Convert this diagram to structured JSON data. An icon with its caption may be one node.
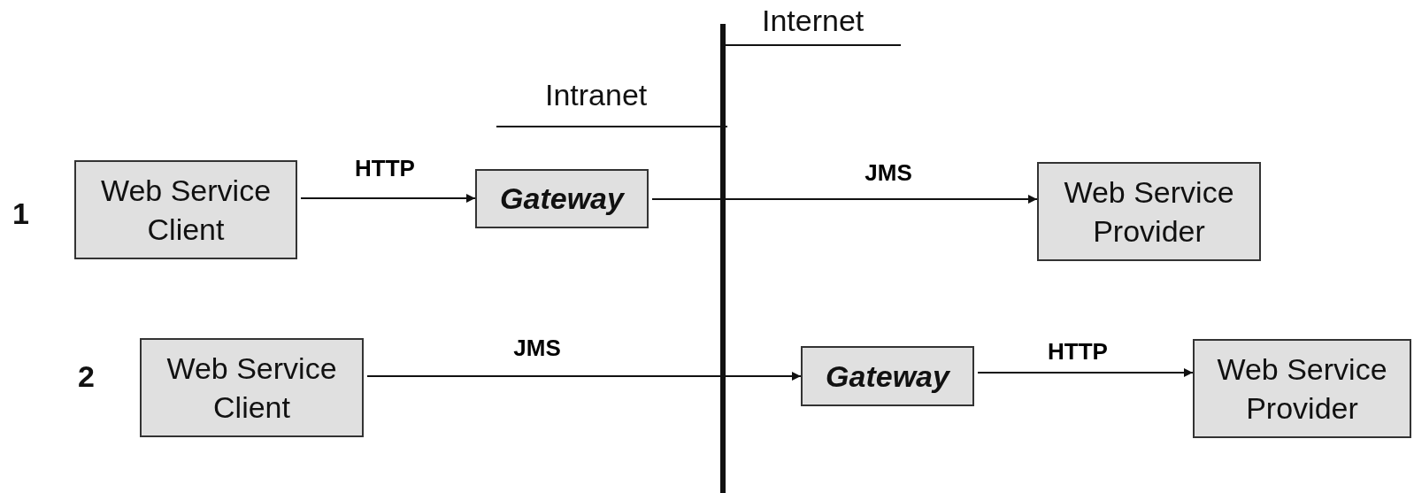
{
  "diagram": {
    "nodes": [
      {
        "text": [
          "Web Service Client"
        ]
      },
      {
        "text": [
          "Gateway"
        ]
      },
      {
        "text": [
          "Web Service Provider"
        ]
      },
      {
        "text": [
          "Web Service Client"
        ]
      },
      {
        "text": [
          "Gateway"
        ]
      },
      {
        "text": [
          "Web Service Provider"
        ]
      }
    ],
    "edges": [
      {
        "from": 0,
        "to": 1,
        "arrow": "to",
        "label": "HTTP"
      },
      {
        "from": 1,
        "to": 2,
        "arrow": "to",
        "label": "JMS"
      },
      {
        "from": 3,
        "to": 4,
        "arrow": "to",
        "label": "JMS"
      },
      {
        "from": 4,
        "to": 5,
        "arrow": "to",
        "label": "HTTP"
      }
    ],
    "labels": [
      "Internet",
      "Intranet",
      "1",
      "2"
    ]
  }
}
